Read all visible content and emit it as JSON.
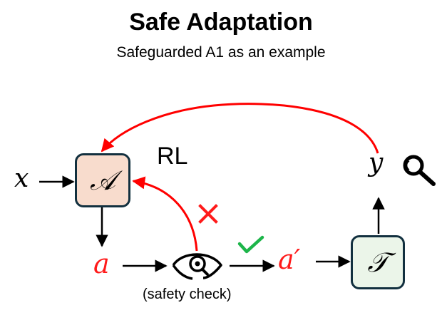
{
  "title": "Safe Adaptation",
  "subtitle": "Safeguarded A1 as an example",
  "nodes": {
    "input": "x",
    "agent": "𝒜",
    "action": "a",
    "safe_action": "a′",
    "transition": "𝒯",
    "output": "y"
  },
  "labels": {
    "rl": "RL",
    "safety_check": "(safety check)"
  },
  "icons": {
    "safety_check": "eye-magnifier-icon",
    "inspect": "magnifier-icon",
    "reject": "red-x-icon",
    "accept": "green-check-icon"
  },
  "colors": {
    "feedback": "#ff0000",
    "agent_box_fill": "#f8dccd",
    "transition_box_fill": "#ebf5e9",
    "box_border": "#12303f",
    "check": "#1db54a",
    "action_text": "#ff1a1a"
  }
}
